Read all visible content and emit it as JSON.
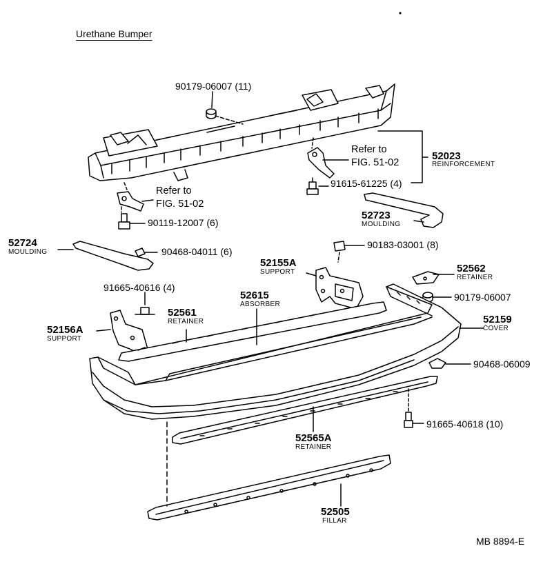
{
  "title": "Urethane Bumper",
  "doc_code": "MB 8894-E",
  "labels": {
    "bolt_top": "90179-06007 (11)",
    "refer_right_1": "Refer to",
    "refer_right_2": "FIG. 51-02",
    "reinf_no": "52023",
    "reinf_name": "REINFORCEMENT",
    "bolt_right": "91615-61225 (4)",
    "refer_left_1": "Refer to",
    "refer_left_2": "FIG. 51-02",
    "bolt_left": "90119-12007 (6)",
    "moulding_r_no": "52723",
    "moulding_r_name": "MOULDING",
    "moulding_l_no": "52724",
    "moulding_l_name": "MOULDING",
    "clip_left": "90468-04011 (6)",
    "clip_center": "90183-03001 (8)",
    "support_r_no": "52155A",
    "support_r_name": "SUPPORT",
    "retainer_r_no": "52562",
    "retainer_r_name": "RETAINER",
    "bolt_support": "91665-40616 (4)",
    "absorber_no": "52615",
    "absorber_name": "ABSORBER",
    "nut_right": "90179-06007",
    "retainer_l_no": "52561",
    "retainer_l_name": "RETAINER",
    "support_l_no": "52156A",
    "support_l_name": "SUPPORT",
    "cover_no": "52159",
    "cover_name": "COVER",
    "clip_right": "90468-06009",
    "bolt_bottom": "91665-40618 (10)",
    "retainer_b_no": "52565A",
    "retainer_b_name": "RETAINER",
    "fillar_no": "52505",
    "fillar_name": "FILLAR"
  }
}
